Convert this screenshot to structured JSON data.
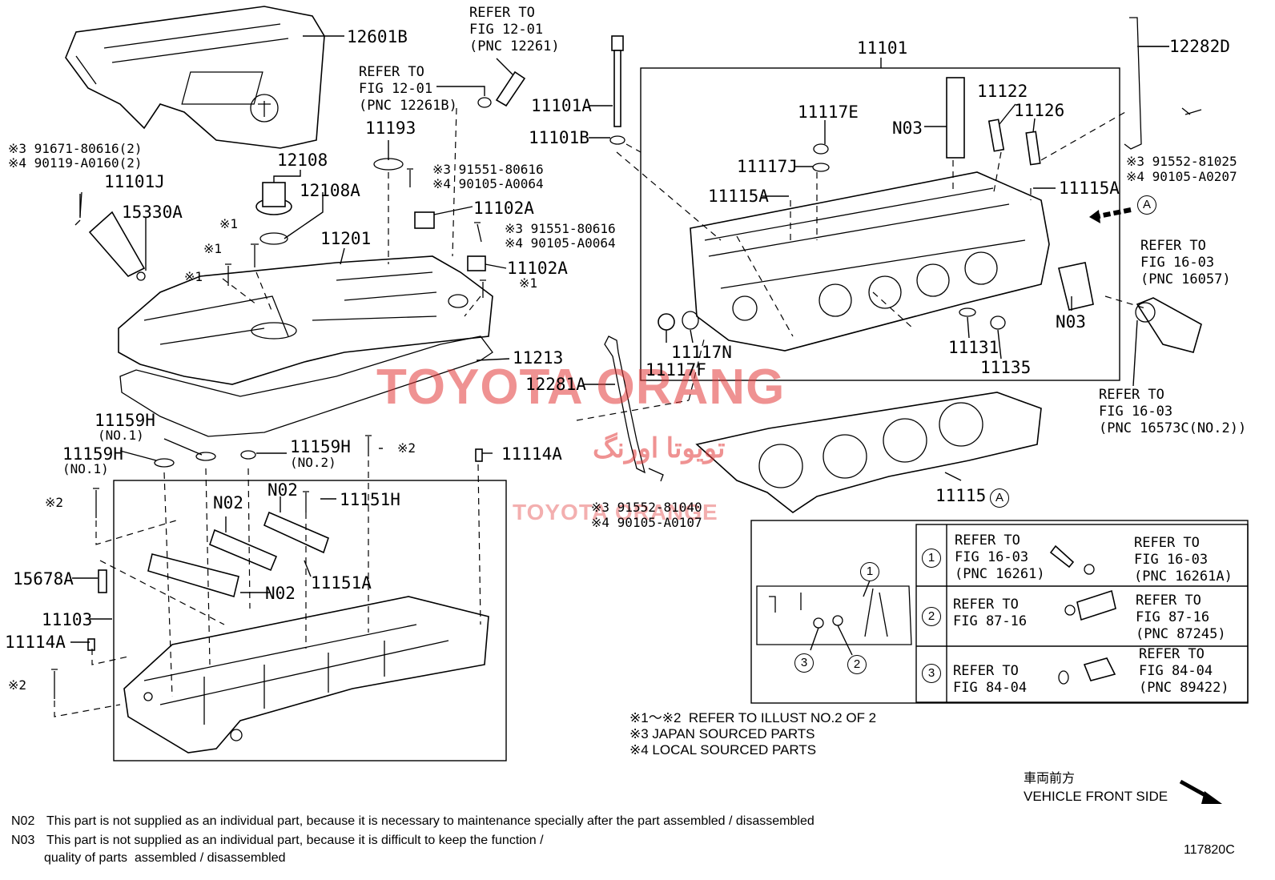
{
  "labels": {
    "p12601B": "12601B",
    "p11101": "11101",
    "p12282D": "12282D",
    "p11101A": "11101A",
    "p11101B": "11101B",
    "p11193": "11193",
    "p12108": "12108",
    "p12108A": "12108A",
    "p11101J": "11101J",
    "p15330A": "15330A",
    "p11201": "11201",
    "p11102A_1": "11102A",
    "p11102A_2": "11102A",
    "p11213": "11213",
    "p12281A": "12281A",
    "p11117E": "11117E",
    "p11117J": "11117J",
    "p11115A_1": "11115A",
    "p11115A_2": "11115A",
    "pN03_1": "N03",
    "pN03_2": "N03",
    "p11122": "11122",
    "p11126": "11126",
    "p11117N": "11117N",
    "p11117F": "11117F",
    "p11131": "11131",
    "p11135": "11135",
    "p11115": "11115",
    "p11159H_1": "11159H",
    "p11159H_1n": "(NO.1)",
    "p11159H_2": "11159H",
    "p11159H_2n": "(NO.1)",
    "p11159H_3": "11159H",
    "p11159H_3n": "(NO.2)",
    "p11114A_1": "11114A",
    "p11114A_2": "11114A",
    "pN02_1": "N02",
    "pN02_2": "N02",
    "pN02_3": "N02",
    "p11151H": "11151H",
    "p11151A": "11151A",
    "p15678A": "15678A",
    "p11103": "11103",
    "ast1a": "※1",
    "ast1b": "※1",
    "ast1c": "※1",
    "ast1d": "※1",
    "ast2a": "※2",
    "ast2b": "※2",
    "ast2c": "※2"
  },
  "bolts": {
    "b1_l1": "※3 91671-80616(2)",
    "b1_l2": "※4 90119-A0160(2)",
    "b2_l1": "※3 91551-80616",
    "b2_l2": "※4 90105-A0064",
    "b3_l1": "※3 91551-80616",
    "b3_l2": "※4 90105-A0064",
    "b4_l1": "※3 91552-81025",
    "b4_l2": "※4 90105-A0207",
    "b5_l1": "※3 91552-81040",
    "b5_l2": "※4 90105-A0107"
  },
  "refers": {
    "r1": "REFER TO\nFIG 12-01\n(PNC 12261)",
    "r2": "REFER TO\nFIG 12-01\n(PNC 12261B)",
    "r3": "REFER TO\nFIG 16-03\n(PNC 16057)",
    "r4": "REFER TO\nFIG 16-03\n(PNC 16573C(NO.2))"
  },
  "detail": {
    "marker": "A",
    "rows": [
      {
        "num": "1",
        "left": "REFER TO\nFIG 16-03\n(PNC 16261)",
        "right": "REFER TO\nFIG 16-03\n(PNC 16261A)"
      },
      {
        "num": "2",
        "left": "REFER TO\nFIG 87-16",
        "right": "REFER TO\nFIG 87-16\n(PNC 87245)"
      },
      {
        "num": "3",
        "left": "REFER TO\nFIG 84-04",
        "right": "REFER TO\nFIG 84-04\n(PNC 89422)"
      }
    ],
    "callout_1": "1",
    "callout_2": "2",
    "callout_3": "3"
  },
  "marker_a": "A",
  "notes": [
    "※1～※2  REFER TO ILLUST NO.2 OF 2",
    "※3 JAPAN SOURCED PARTS",
    "※4 LOCAL SOURCED PARTS"
  ],
  "front": {
    "jp": "車両前方",
    "en": "VEHICLE FRONT SIDE"
  },
  "footnotes": {
    "n02_code": "N02",
    "n02_text": "This part is not supplied as an individual part, because it is necessary to maintenance specially after the part assembled / disassembled",
    "n03_code": "N03",
    "n03_text": "This part is not supplied as an individual part, because it is difficult to keep the function /",
    "n03_text2": "quality of parts  assembled / disassembled"
  },
  "figure_id": "117820C",
  "watermark": {
    "main": "TOYOTA ORANG",
    "arabic": "تویوتا اورنگ",
    "small": "TOYOTA ORANGE"
  }
}
